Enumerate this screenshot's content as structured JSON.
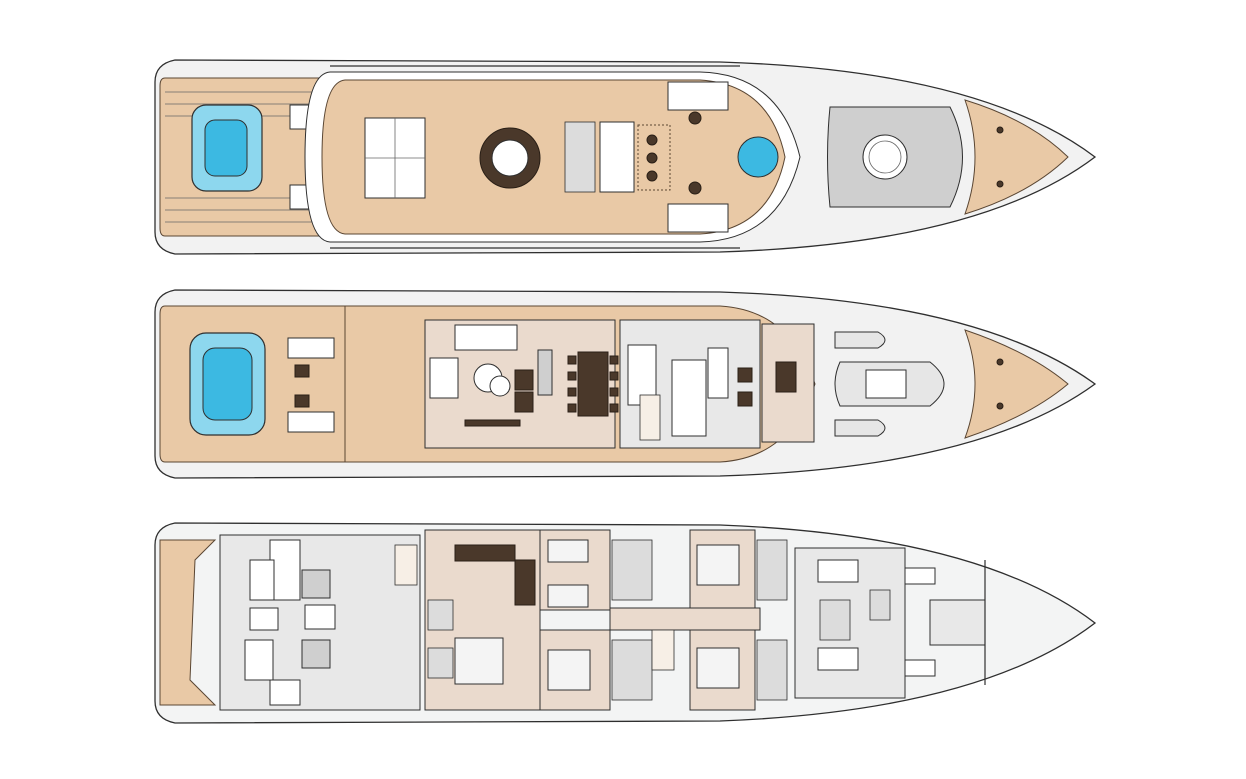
{
  "drawing": {
    "decks": [
      {
        "id": "sun-deck",
        "label": ""
      },
      {
        "id": "main-deck",
        "label": ""
      },
      {
        "id": "lower-deck",
        "label": ""
      }
    ],
    "colors": {
      "teak": "#e9c9a6",
      "interior": "#eadacd",
      "pool": "#8dd7ee",
      "hull": "#f2f2f2",
      "wood_dark": "#4a382a"
    }
  }
}
